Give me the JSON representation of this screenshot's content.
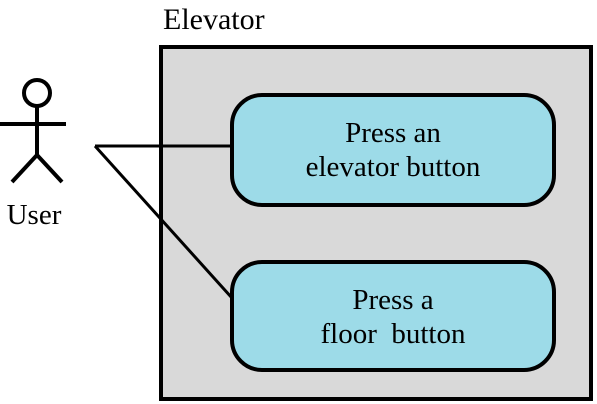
{
  "system": {
    "title": "Elevator",
    "fill_color": "#d9d9d9"
  },
  "actor": {
    "label": "User",
    "icon": "stick-figure-icon"
  },
  "use_cases": [
    {
      "lines": [
        "Press an",
        "elevator button"
      ],
      "fill_color": "#9ddbe8"
    },
    {
      "lines": [
        "Press a",
        "floor  button"
      ],
      "fill_color": "#9ddbe8"
    }
  ],
  "associations": [
    {
      "from": "User",
      "to": "Press an elevator button"
    },
    {
      "from": "User",
      "to": "Press a floor  button"
    }
  ]
}
